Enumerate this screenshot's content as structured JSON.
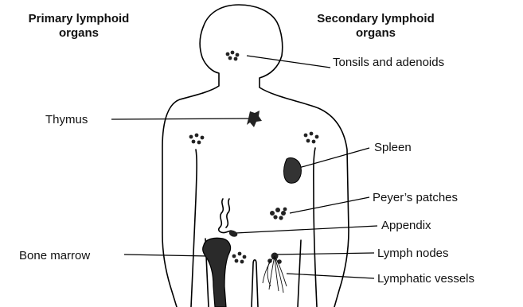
{
  "headings": {
    "primary_line1": "Primary lymphoid",
    "primary_line2": "organs",
    "secondary_line1": "Secondary lymphoid",
    "secondary_line2": "organs"
  },
  "labels": {
    "tonsils": "Tonsils and adenoids",
    "thymus": "Thymus",
    "spleen": "Spleen",
    "peyers": "Peyer’s patches",
    "appendix": "Appendix",
    "bone_marrow": "Bone marrow",
    "lymph_nodes": "Lymph nodes",
    "lymphatic_vessels": "Lymphatic vessels"
  },
  "colors": {
    "line": "#000000",
    "organ_fill": "#333333",
    "text": "#111111"
  }
}
